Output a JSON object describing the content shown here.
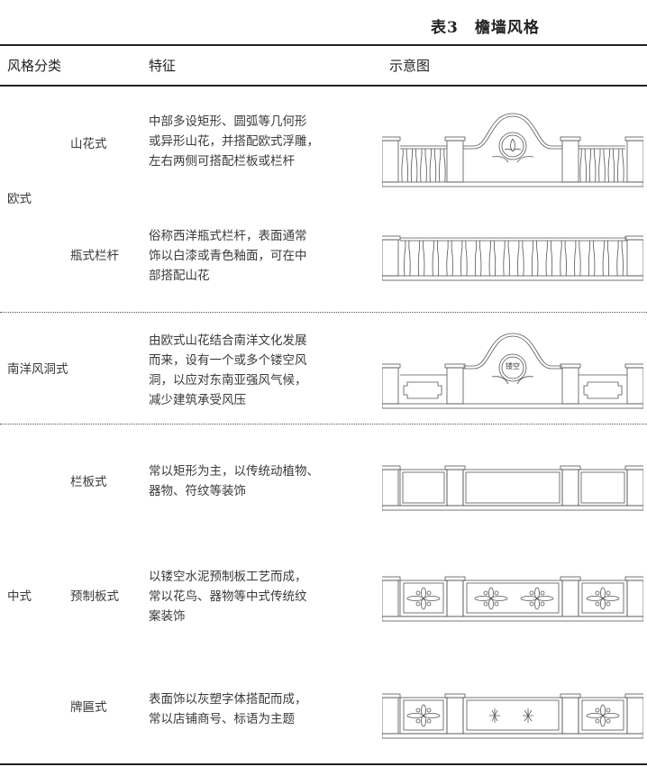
{
  "title": "表3　檐墙风格",
  "header": {
    "category": "风格分类",
    "features": "特征",
    "diagram": "示意图"
  },
  "groups": {
    "european": "欧式",
    "nanyang": "南洋风洞式",
    "chinese": "中式"
  },
  "rows": [
    {
      "sub": "山花式",
      "features": [
        "中部多设矩形、圆弧等几何形",
        "或异形山花，并搭配欧式浮雕，",
        "左右两侧可搭配栏板或栏杆"
      ]
    },
    {
      "sub": "瓶式栏杆",
      "features": [
        "俗称西洋瓶式栏杆，表面通常",
        "饰以白漆或青色釉面，可在中",
        "部搭配山花"
      ]
    },
    {
      "sub": "",
      "features": [
        "由欧式山花结合南洋文化发展",
        "而来，设有一个或多个镂空风",
        "洞，以应对东南亚强风气候，",
        "减少建筑承受风压"
      ],
      "medallion_label": "镂空"
    },
    {
      "sub": "栏板式",
      "features": [
        "常以矩形为主，以传统动植物、",
        "器物、符纹等装饰"
      ]
    },
    {
      "sub": "预制板式",
      "features": [
        "以镂空水泥预制板工艺而成，",
        "常以花鸟、器物等中式传统纹",
        "案装饰"
      ]
    },
    {
      "sub": "牌匾式",
      "features": [
        "表面饰以灰塑字体搭配而成，",
        "常以店铺商号、标语为主题"
      ]
    }
  ]
}
